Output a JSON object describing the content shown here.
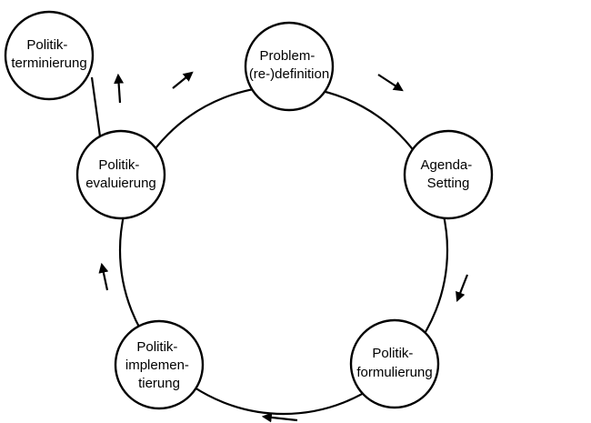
{
  "nodes": {
    "problem": {
      "lines": [
        "Problem-",
        "(re-)definition"
      ]
    },
    "agenda": {
      "lines": [
        "Agenda-",
        "Setting"
      ]
    },
    "formulierung": {
      "lines": [
        "Politik-",
        "formulierung"
      ]
    },
    "implementierung": {
      "lines": [
        "Politik-",
        "implemen-",
        "tierung"
      ]
    },
    "evaluierung": {
      "lines": [
        "Politik-",
        "evaluierung"
      ]
    },
    "terminierung": {
      "lines": [
        "Politik-",
        "terminierung"
      ]
    }
  }
}
